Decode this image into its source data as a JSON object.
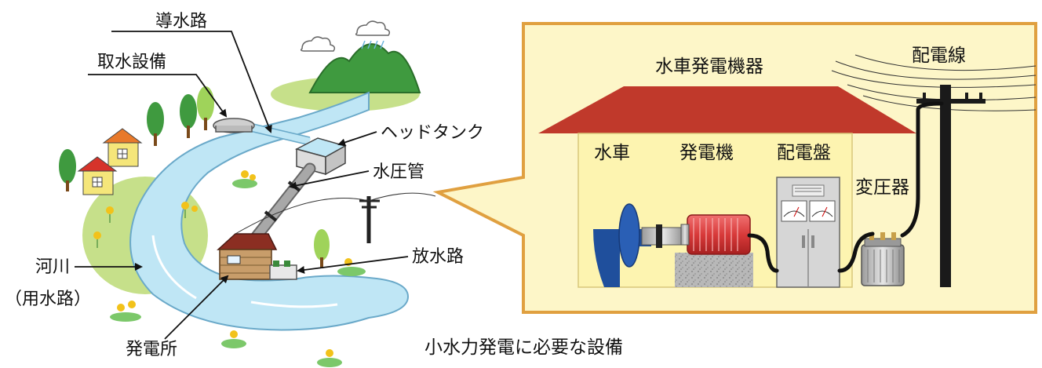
{
  "labels": {
    "conduit": "導水路",
    "intake": "取水設備",
    "head_tank": "ヘッドタンク",
    "penstock": "水圧管",
    "tailrace": "放水路",
    "river_1": "河川",
    "river_2": "（用水路）",
    "power_station": "発電所"
  },
  "detail": {
    "title": "水車発電機器",
    "power_line": "配電線",
    "turbine": "水車",
    "generator": "発電機",
    "switchboard": "配電盤",
    "transformer": "変圧器"
  },
  "caption": "小水力発電に必要な設備",
  "colors": {
    "water": "#bfe6f5",
    "water_edge": "#6aa9c9",
    "grass": "#c6e08a",
    "mountain": "#3f9a3f",
    "panel_bg": "#fdf6c8",
    "panel_border": "#e0a040",
    "roof": "#c0392b",
    "turbine": "#1f4f9c",
    "generator": "#d83a3a"
  }
}
